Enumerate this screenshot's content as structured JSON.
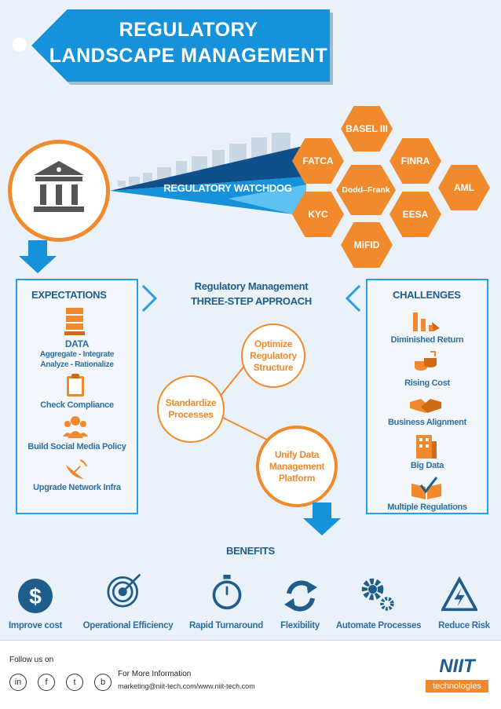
{
  "title": {
    "line1": "REGULATORY",
    "line2": "LANDSCAPE MANAGEMENT"
  },
  "watchdog": {
    "label": "REGULATORY WATCHDOG"
  },
  "regulations": [
    "BASEL III",
    "FATCA",
    "FINRA",
    "Dodd–Frank",
    "AML",
    "KYC",
    "EESA",
    "MiFID"
  ],
  "expectations": {
    "heading": "EXPECTATIONS",
    "data_title": "DATA",
    "data_line1": "Aggregate - Integrate",
    "data_line2": "Analyze - Rationalize",
    "items": [
      "Check Compliance",
      "Build Social Media Policy",
      "Upgrade Network Infra"
    ]
  },
  "approach": {
    "title_line1": "Regulatory Management",
    "title_line2": "THREE-STEP APPROACH",
    "steps": [
      {
        "line1": "Optimize",
        "line2": "Regulatory",
        "line3": "Structure"
      },
      {
        "line1": "Standardize",
        "line2": "Processes"
      },
      {
        "line1": "Unify Data",
        "line2": "Management",
        "line3": "Platform"
      }
    ]
  },
  "challenges": {
    "heading": "CHALLENGES",
    "items": [
      "Diminished Return",
      "Rising Cost",
      "Business Alignment",
      "Big Data",
      "Multiple Regulations"
    ]
  },
  "benefits": {
    "heading": "BENEFITS",
    "items": [
      "Improve cost",
      "Operational Efficiency",
      "Rapid Turnaround",
      "Flexibility",
      "Automate Processes",
      "Reduce Risk"
    ]
  },
  "footer": {
    "follow": "Follow us on",
    "more_info": "For More Information",
    "contact": "marketing@niit-tech.com/www.niit-tech.com",
    "logo_main": "NIIT",
    "logo_sub": "technologies"
  },
  "colors": {
    "blue": "#1592d9",
    "orange": "#f08a2c",
    "dark_blue": "#1f5e8c"
  }
}
